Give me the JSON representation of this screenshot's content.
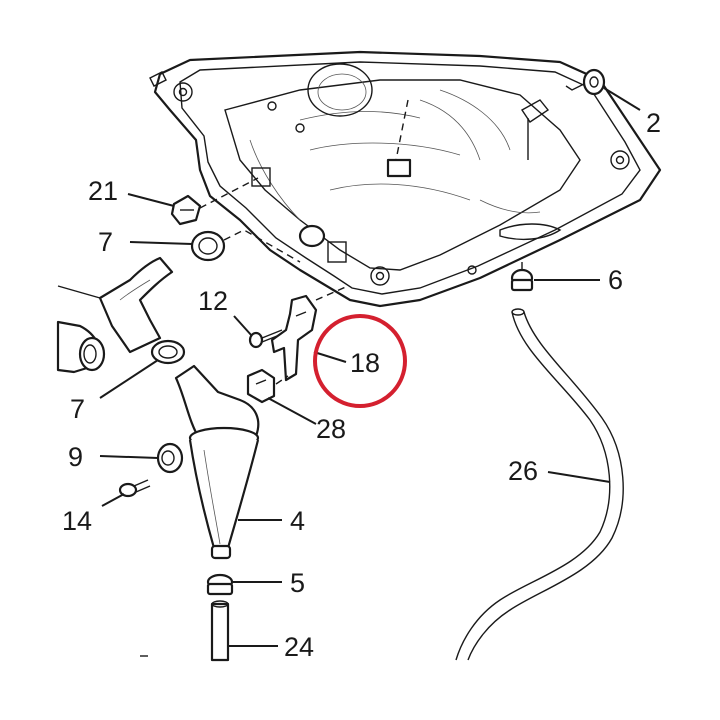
{
  "highlight_color": "#d4202f",
  "highlighted_callout": "18",
  "callouts": [
    {
      "id": "2",
      "label": "2"
    },
    {
      "id": "21",
      "label": "21"
    },
    {
      "id": "7a",
      "label": "7"
    },
    {
      "id": "6",
      "label": "6"
    },
    {
      "id": "12",
      "label": "12"
    },
    {
      "id": "18",
      "label": "18"
    },
    {
      "id": "7b",
      "label": "7"
    },
    {
      "id": "28",
      "label": "28"
    },
    {
      "id": "9",
      "label": "9"
    },
    {
      "id": "26",
      "label": "26"
    },
    {
      "id": "14",
      "label": "14"
    },
    {
      "id": "4",
      "label": "4"
    },
    {
      "id": "5",
      "label": "5"
    },
    {
      "id": "24",
      "label": "24"
    }
  ]
}
